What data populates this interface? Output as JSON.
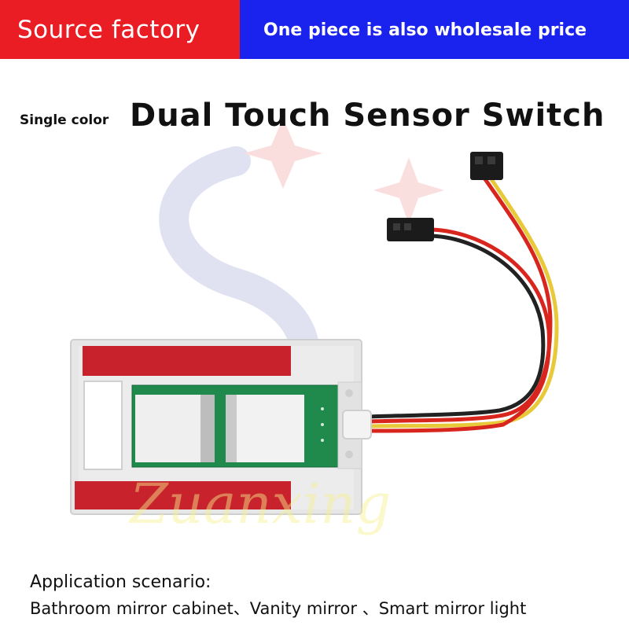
{
  "banner": {
    "left_text": "Source factory",
    "right_text": "One piece is also wholesale price",
    "left_color": "#ea1d24",
    "right_color": "#1a22ee"
  },
  "heading": {
    "subtitle": "Single color",
    "title": "Dual Touch Sensor Switch"
  },
  "watermark": {
    "text": "Zuanxing"
  },
  "caption": {
    "line1": "Application scenario:",
    "line2": "Bathroom mirror cabinet、Vanity mirror 、Smart mirror light"
  },
  "product": {
    "icon": "touch-sensor-switch-photo",
    "wire_colors": [
      "#d8261e",
      "#222222",
      "#e8c93a"
    ],
    "board_color": "#1f8a4c",
    "tape_color": "#c8232c"
  }
}
